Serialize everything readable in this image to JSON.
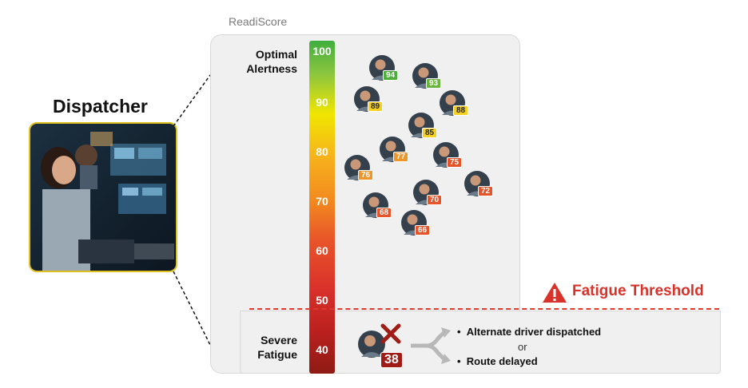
{
  "left": {
    "title": "Dispatcher"
  },
  "panel": {
    "label": "ReadiScore",
    "top_label_line1": "Optimal",
    "top_label_line2": "Alertness",
    "bottom_label_line1": "Severe",
    "bottom_label_line2": "Fatigue",
    "ticks": [
      "100",
      "90",
      "80",
      "70",
      "60",
      "50",
      "40"
    ]
  },
  "threshold": {
    "label": "Fatigue Threshold"
  },
  "drivers": [
    {
      "score": "94",
      "color": "#4caf3a"
    },
    {
      "score": "93",
      "color": "#6ab63c"
    },
    {
      "score": "89",
      "color": "#f5d020"
    },
    {
      "score": "88",
      "color": "#f5d020"
    },
    {
      "score": "85",
      "color": "#f5d020"
    },
    {
      "score": "77",
      "color": "#f0952a"
    },
    {
      "score": "76",
      "color": "#f0952a"
    },
    {
      "score": "75",
      "color": "#e8542a"
    },
    {
      "score": "72",
      "color": "#e8542a"
    },
    {
      "score": "70",
      "color": "#e8542a"
    },
    {
      "score": "68",
      "color": "#e8542a"
    },
    {
      "score": "66",
      "color": "#e8542a"
    }
  ],
  "fatigued": {
    "score": "38",
    "color": "#a01c16"
  },
  "actions": {
    "option1": "Alternate driver dispatched",
    "or": "or",
    "option2": "Route delayed"
  }
}
